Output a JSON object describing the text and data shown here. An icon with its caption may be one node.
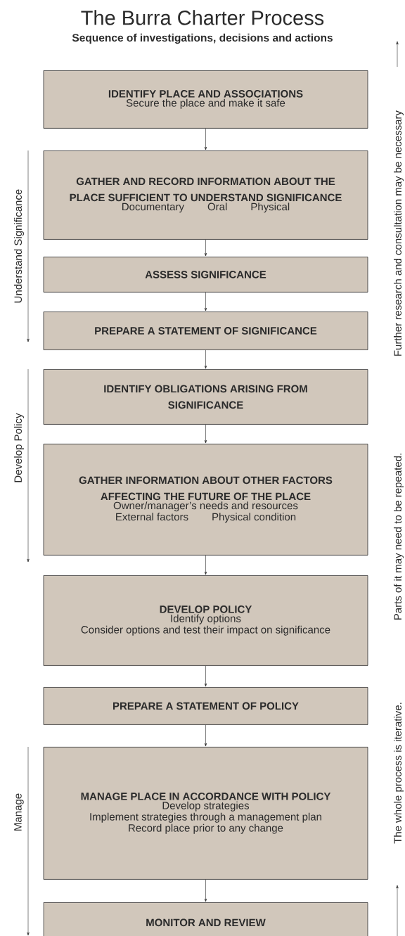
{
  "diagram": {
    "title": "The Burra Charter Process",
    "caption": "Sequence of investigations, decisions and actions",
    "nodes": [
      {
        "text": [
          "IDENTIFY PLACE AND ASSOCIATIONS",
          "Secure the place and make it safe"
        ]
      },
      {
        "text": [
          "GATHER AND RECORD INFORMATION ABOUT THE PLACE SUFFICIENT TO UNDERSTAND SIGNIFICANCE",
          "Documentary",
          "Oral",
          "Physical"
        ]
      },
      {
        "text": [
          "ASSESS SIGNIFICANCE"
        ]
      },
      {
        "text": [
          "PREPARE A STATEMENT OF SIGNIFICANCE"
        ]
      },
      {
        "text": [
          "IDENTIFY OBLIGATIONS ARISING FROM SIGNIFICANCE"
        ]
      },
      {
        "text": [
          "GATHER INFORMATION ABOUT OTHER FACTORS AFFECTING THE FUTURE OF THE PLACE",
          "Owner/manager’s needs and resources",
          "External factors",
          "Physical condition"
        ]
      },
      {
        "text": [
          "DEVELOP POLICY",
          "Identify options",
          "Consider options and test their impact on significance"
        ]
      },
      {
        "text": [
          "PREPARE A STATEMENT OF POLICY"
        ]
      },
      {
        "text": [
          "MANAGE PLACE IN ACCORDANCE WITH POLICY",
          "Develop strategies",
          "Implement strategies through a management plan",
          "Record place prior to any change"
        ]
      },
      {
        "text": [
          "MONITOR AND REVIEW"
        ]
      }
    ],
    "edges": [
      {
        "from": 0,
        "to": 1,
        "arrow": "to"
      },
      {
        "from": 1,
        "to": 2,
        "arrow": "to"
      },
      {
        "from": 2,
        "to": 3,
        "arrow": "to"
      },
      {
        "from": 3,
        "to": 4,
        "arrow": "to"
      },
      {
        "from": 4,
        "to": 5,
        "arrow": "to"
      },
      {
        "from": 5,
        "to": 6,
        "arrow": "to"
      },
      {
        "from": 6,
        "to": 7,
        "arrow": "to"
      },
      {
        "from": 7,
        "to": 8,
        "arrow": "to"
      },
      {
        "from": 8,
        "to": 9,
        "arrow": "to"
      }
    ],
    "labels": [
      "Understand Significance",
      "Develop Policy",
      "Manage",
      "Further research and consultation may be necessary",
      "Parts of it may need to be repeated.",
      "The whole process is iterative."
    ]
  }
}
